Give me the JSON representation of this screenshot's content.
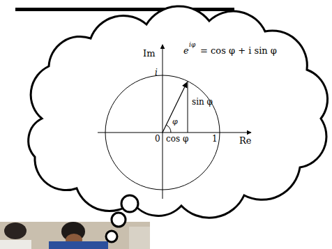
{
  "diagram": {
    "labels": [
      "Im",
      "e",
      "iφ",
      "= cos φ + i sin φ",
      "i",
      "sin φ",
      "φ",
      "0",
      "cos φ",
      "1",
      "Re"
    ]
  }
}
